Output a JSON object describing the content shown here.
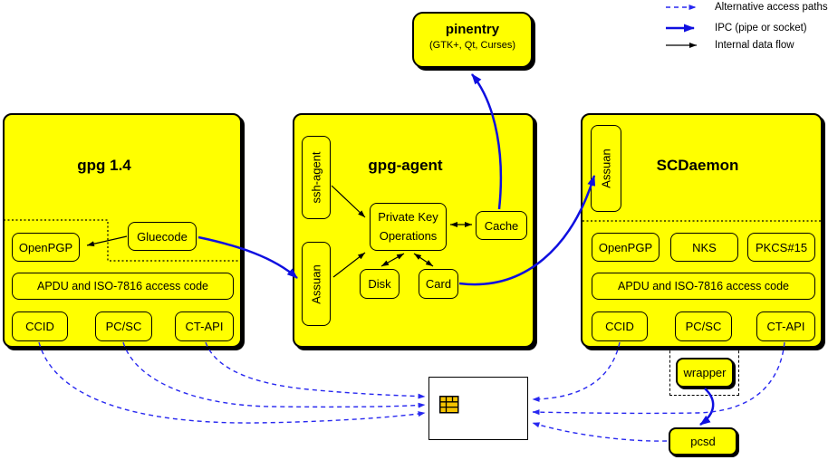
{
  "colors": {
    "box_fill": "#ffff00",
    "ipc_blue": "#0f0fe0",
    "dashed_blue": "#2828f0",
    "internal_black": "#000000",
    "card_chip_gold": "#f5c400"
  },
  "legend": {
    "alt_label": "Alternative access paths",
    "ipc_label": "IPC (pipe or socket)",
    "internal_label": "Internal data flow"
  },
  "pinentry": {
    "title": "pinentry",
    "subtitle": "(GTK+, Qt, Curses)"
  },
  "gpg14": {
    "title": "gpg 1.4",
    "openpgp": "OpenPGP",
    "gluecode": "Gluecode",
    "apdu": "APDU and ISO-7816 access code",
    "ccid": "CCID",
    "pcsc": "PC/SC",
    "ctapi": "CT-API"
  },
  "gpg_agent": {
    "title": "gpg-agent",
    "ssh_agent": "ssh-agent",
    "assuan": "Assuan",
    "pko_line1": "Private Key",
    "pko_line2": "Operations",
    "cache": "Cache",
    "disk": "Disk",
    "card": "Card"
  },
  "scdaemon": {
    "title": "SCDaemon",
    "assuan": "Assuan",
    "openpgp": "OpenPGP",
    "nks": "NKS",
    "pkcs15": "PKCS#15",
    "apdu": "APDU and ISO-7816 access code",
    "ccid": "CCID",
    "pcsc": "PC/SC",
    "ctapi": "CT-API",
    "wrapper": "wrapper",
    "pcsd": "pcsd"
  },
  "edges": [
    {
      "type": "internal",
      "from": "gpg14.Gluecode",
      "to": "gpg14.OpenPGP"
    },
    {
      "type": "internal",
      "from": "gpg-agent.ssh-agent",
      "to": "gpg-agent.PrivateKeyOperations"
    },
    {
      "type": "internal",
      "from": "gpg-agent.Assuan",
      "to": "gpg-agent.PrivateKeyOperations"
    },
    {
      "type": "internal-bidir",
      "from": "gpg-agent.PrivateKeyOperations",
      "to": "gpg-agent.Disk"
    },
    {
      "type": "internal-bidir",
      "from": "gpg-agent.PrivateKeyOperations",
      "to": "gpg-agent.Card"
    },
    {
      "type": "internal-bidir",
      "from": "gpg-agent.PrivateKeyOperations",
      "to": "gpg-agent.Cache"
    },
    {
      "type": "ipc",
      "from": "gpg14.Gluecode",
      "to": "gpg-agent.Assuan"
    },
    {
      "type": "ipc",
      "from": "gpg-agent.Card",
      "to": "SCDaemon.Assuan"
    },
    {
      "type": "ipc",
      "from": "gpg-agent.Cache",
      "to": "pinentry"
    },
    {
      "type": "ipc",
      "from": "SCDaemon.wrapper",
      "to": "pcsd"
    },
    {
      "type": "alternative",
      "from": "gpg14.CCID",
      "to": "smartcard"
    },
    {
      "type": "alternative",
      "from": "gpg14.PC/SC",
      "to": "smartcard"
    },
    {
      "type": "alternative",
      "from": "gpg14.CT-API",
      "to": "smartcard"
    },
    {
      "type": "alternative",
      "from": "SCDaemon.CCID",
      "to": "smartcard"
    },
    {
      "type": "alternative",
      "from": "SCDaemon.CT-API",
      "to": "smartcard"
    },
    {
      "type": "alternative",
      "from": "pcsd",
      "to": "smartcard"
    }
  ]
}
